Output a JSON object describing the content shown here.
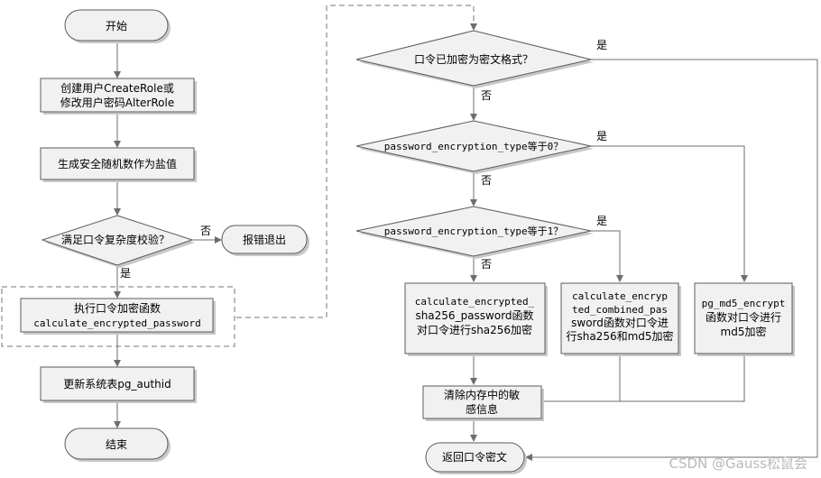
{
  "start": "开始",
  "create_role": [
    "创建用户CreateRole或",
    "修改用户密码AlterRole"
  ],
  "gen_salt": "生成安全随机数作为盐值",
  "complexity_check": "满足口令复杂度校验？",
  "error_exit": "报错退出",
  "exec_encrypt": [
    "执行口令加密函数",
    "calculate_encrypted_password"
  ],
  "update_table": "更新系统表pg_authid",
  "end": "结束",
  "already_encrypted": "口令已加密为密文格式？",
  "type_eq_0": "password_encryption_type等于0？",
  "type_eq_1": "password_encryption_type等于1？",
  "sha256_fn": [
    "calculate_encrypted_",
    "sha256_password函数",
    "对口令进行sha256加密"
  ],
  "combined_fn": [
    "calculate_encryp",
    "ted_combined_pas",
    "sword函数对口令进",
    "行sha256和md5加密"
  ],
  "md5_fn": [
    "pg_md5_encrypt",
    "函数对口令进行",
    "md5加密"
  ],
  "clear_mem": [
    "清除内存中的敏",
    "感信息"
  ],
  "return_cipher": "返回口令密文",
  "yes": "是",
  "no": "否",
  "watermark": "CSDN @Gauss松鼠会"
}
